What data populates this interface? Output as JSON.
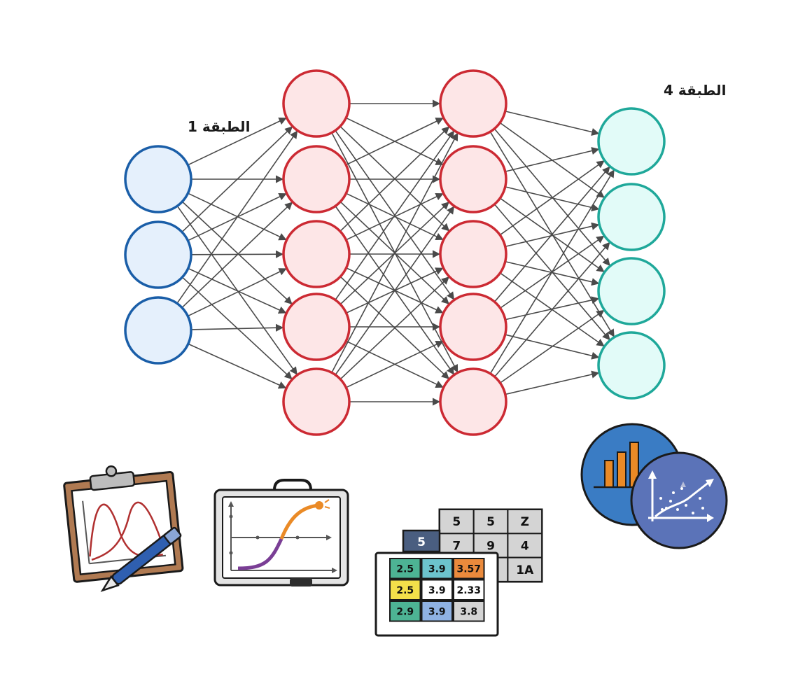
{
  "network": {
    "layer1_label": "الطبقة 1",
    "layer4_label": "الطبقة 4",
    "layers": [
      {
        "name": "input",
        "neurons": 3,
        "stroke": "#1a5ea8",
        "fill": "#e5f0fc"
      },
      {
        "name": "hidden1",
        "neurons": 5,
        "stroke": "#cc2a33",
        "fill": "#fde6e7"
      },
      {
        "name": "hidden2",
        "neurons": 5,
        "stroke": "#cc2a33",
        "fill": "#fde6e7"
      },
      {
        "name": "output",
        "neurons": 4,
        "stroke": "#1fa89a",
        "fill": "#e2fbf8"
      }
    ],
    "edge_color": "#4a4a4a"
  },
  "table_back": {
    "rows": [
      [
        "5",
        "5",
        "Z"
      ],
      [
        "7",
        "9",
        "4"
      ],
      [
        "",
        "",
        "1A"
      ]
    ],
    "tab": "5"
  },
  "table_front": {
    "rows": [
      [
        {
          "v": "2.5",
          "c": "#4db394"
        },
        {
          "v": "3.9",
          "c": "#6cc3cd"
        },
        {
          "v": "3.57",
          "c": "#ea8a3c"
        }
      ],
      [
        {
          "v": "2.5",
          "c": "#f3e04a"
        },
        {
          "v": "3.9",
          "c": "#ffffff"
        },
        {
          "v": "2.33",
          "c": "#ffffff"
        }
      ],
      [
        {
          "v": "2.9",
          "c": "#4db394"
        },
        {
          "v": "3.9",
          "c": "#8fb2e3"
        },
        {
          "v": "3.8",
          "c": "#d4d4d4"
        }
      ]
    ]
  },
  "icons": [
    "clipboard-chart-icon",
    "whiteboard-sigmoid-icon",
    "spreadsheet-icon",
    "analytics-charts-icon"
  ]
}
